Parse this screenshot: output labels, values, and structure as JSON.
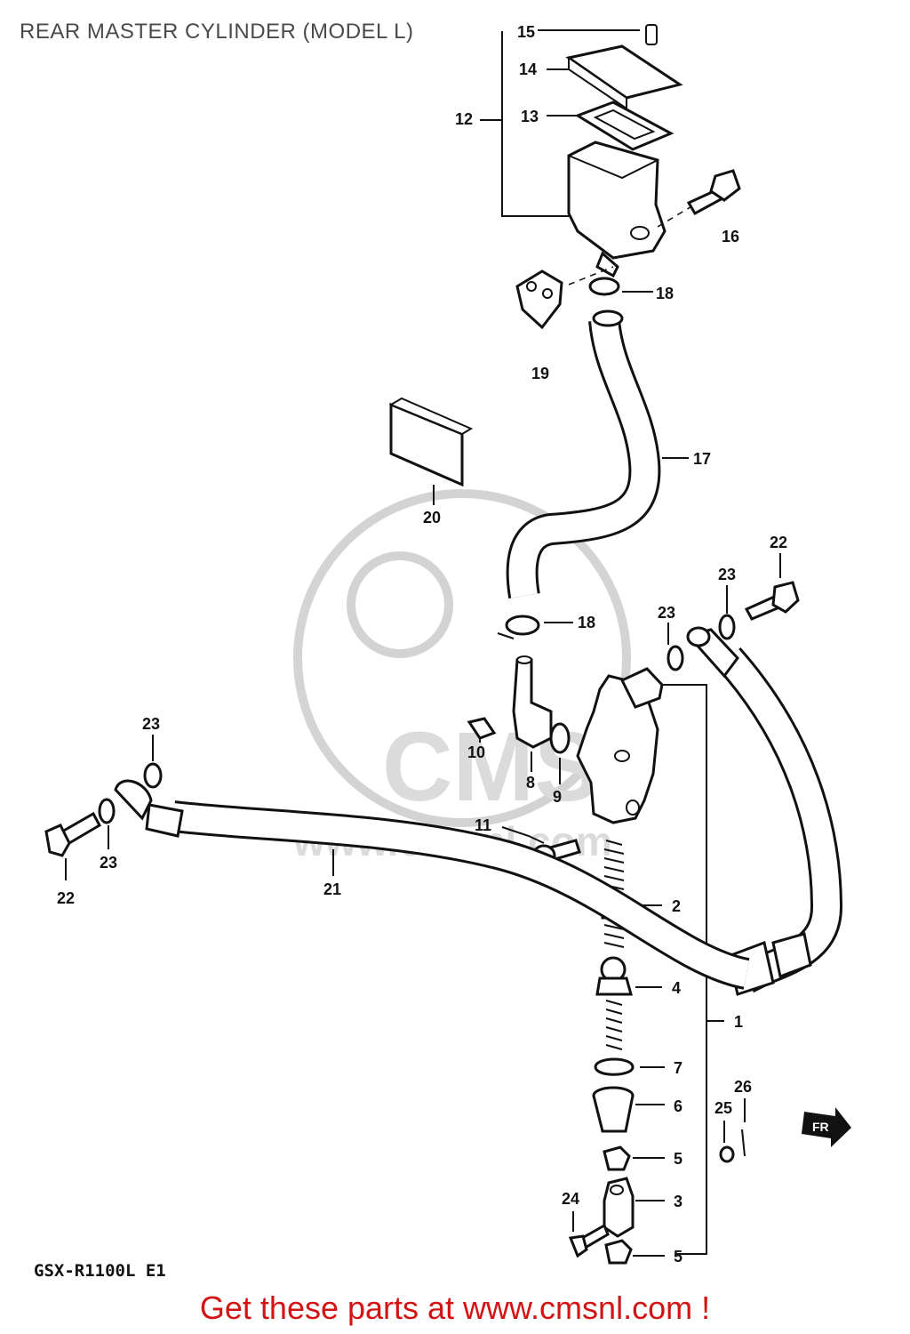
{
  "title": "REAR MASTER CYLINDER (MODEL L)",
  "model_code": "GSX-R1100L E1",
  "promo": "Get these parts at www.cmsnl.com !",
  "watermark": {
    "logo_text": "CMS",
    "url": "www.cmsnl.com"
  },
  "fr_marker": "FR",
  "labels": {
    "p1": "1",
    "p2": "2",
    "p3": "3",
    "p4": "4",
    "p5a": "5",
    "p5b": "5",
    "p6": "6",
    "p7": "7",
    "p8": "8",
    "p9": "9",
    "p10": "10",
    "p11": "11",
    "p12": "12",
    "p13": "13",
    "p14": "14",
    "p15": "15",
    "p16": "16",
    "p17": "17",
    "p18a": "18",
    "p18b": "18",
    "p19": "19",
    "p20": "20",
    "p21": "21",
    "p22a": "22",
    "p22b": "22",
    "p23a": "23",
    "p23b": "23",
    "p23c": "23",
    "p23d": "23",
    "p24": "24",
    "p25": "25",
    "p26": "26"
  },
  "colors": {
    "promo": "#d21414",
    "line": "#111111",
    "watermark": "#cfcfcf"
  }
}
